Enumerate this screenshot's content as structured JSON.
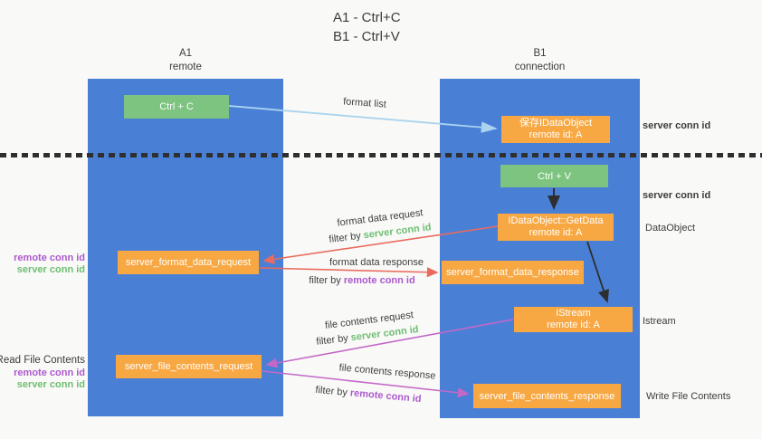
{
  "title": {
    "line1": "A1 - Ctrl+C",
    "line2": "B1 - Ctrl+V"
  },
  "lifelines": {
    "left": {
      "id": "A1",
      "role": "remote"
    },
    "right": {
      "id": "B1",
      "role": "connection"
    }
  },
  "nodes": {
    "ctrl_c": {
      "label": "Ctrl + C"
    },
    "save_idataobject": {
      "line1": "保存IDataObject",
      "line2": "remote id: A"
    },
    "ctrl_v": {
      "label": "Ctrl + V"
    },
    "getdata": {
      "line1": "IDataObject::GetData",
      "line2": "remote id: A"
    },
    "format_request": {
      "label": "server_format_data_request"
    },
    "format_response": {
      "label": "server_format_data_response"
    },
    "istream": {
      "line1": "IStream",
      "line2": "remote id: A"
    },
    "file_request": {
      "label": "server_file_contents_request"
    },
    "file_response": {
      "label": "server_file_contents_response"
    }
  },
  "edge_labels": {
    "format_list": "format list",
    "format_data_request": "format data request",
    "format_data_response": "format data response",
    "file_contents_request": "file contents request",
    "file_contents_response": "file contents response",
    "filter_by": "filter by",
    "server_conn_id": "server conn id",
    "remote_conn_id": "remote conn id"
  },
  "side_labels": {
    "right_server_conn_id_top": "server conn id",
    "right_server_conn_id_mid": "server conn id",
    "dataobject": "DataObject",
    "istream": "Istream",
    "write_file_contents": "Write File Contents",
    "read_file_contents": "Read File Contents",
    "left_remote_conn_id_1": "remote conn id",
    "left_server_conn_id_1": "server conn id",
    "left_remote_conn_id_2": "remote conn id",
    "left_server_conn_id_2": "server conn id"
  },
  "colors": {
    "lifeline_blue": "#4A7FD6",
    "node_orange": "#F7A843",
    "node_green": "#7CC47F",
    "arrow_red": "#E96B5F",
    "arrow_magenta": "#C468C8",
    "arrow_blue": "#A9D3EE",
    "arrow_black": "#2E2E2E",
    "text_green": "#6FBE73",
    "text_purple": "#AC59CE"
  }
}
